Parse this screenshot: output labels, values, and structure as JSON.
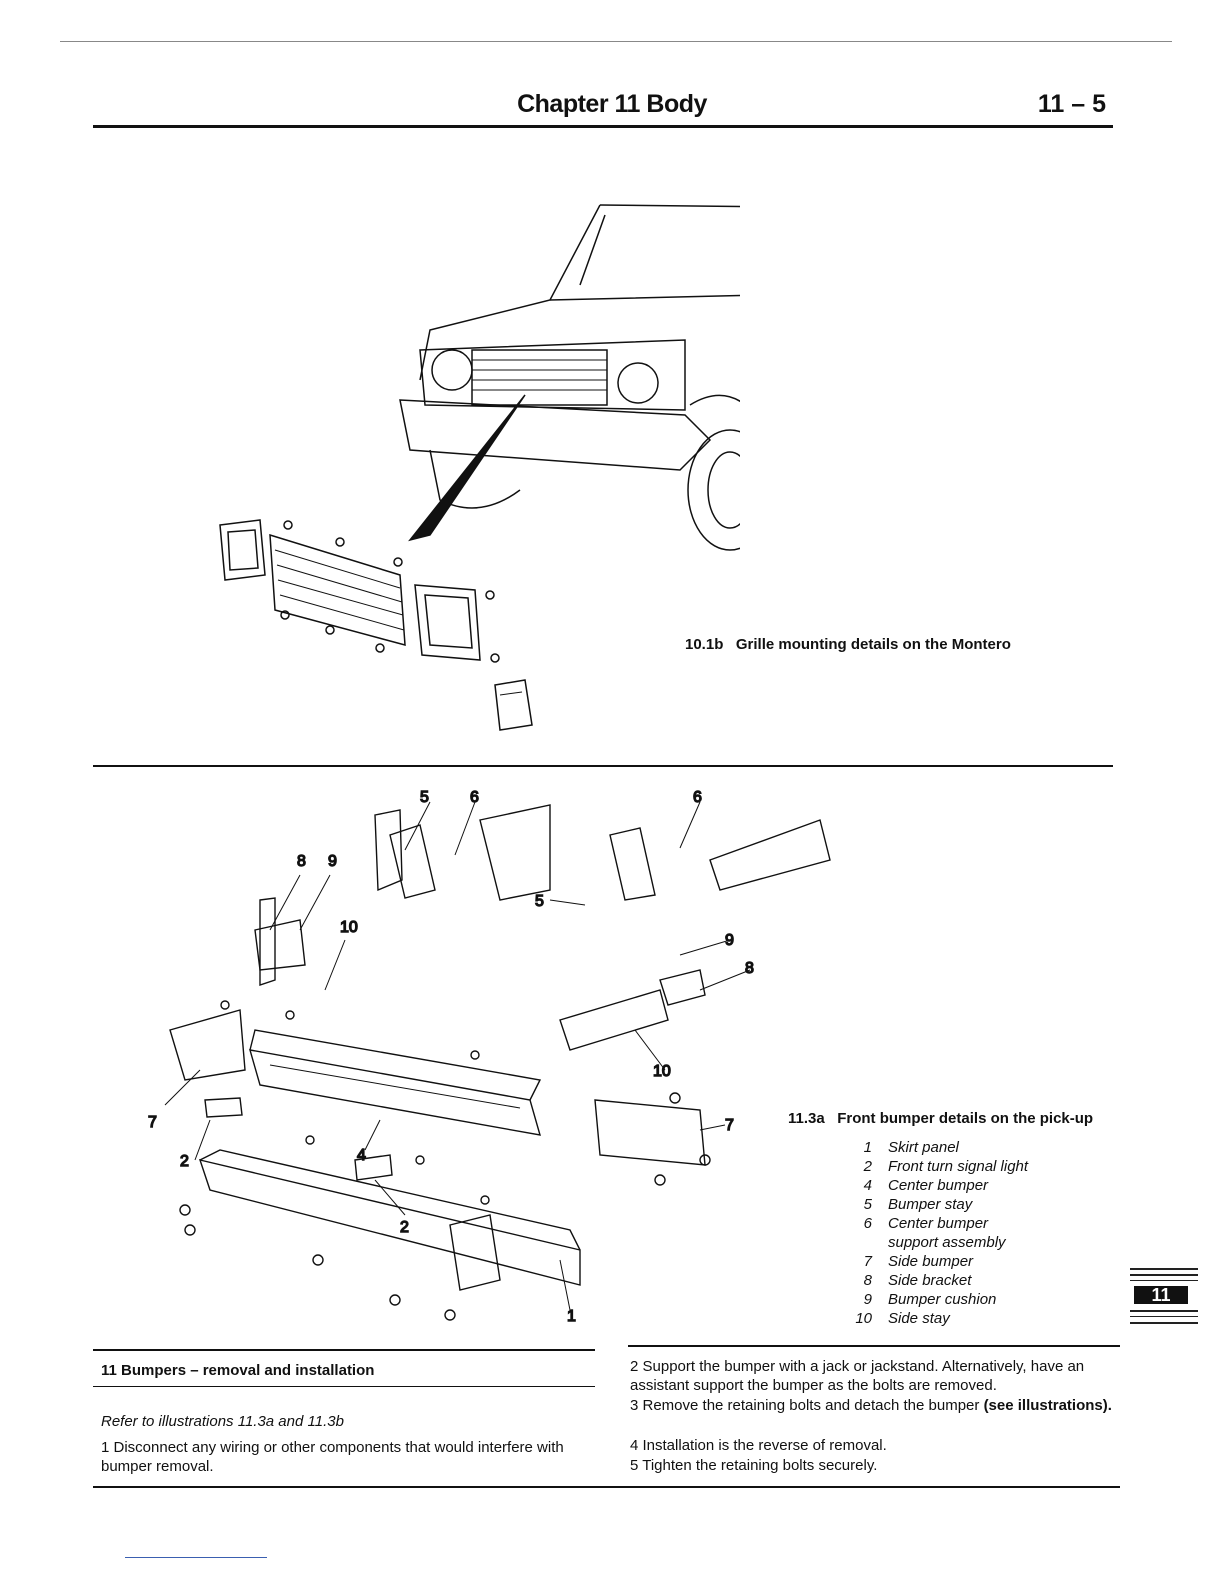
{
  "header": {
    "chapter_title": "Chapter 11   Body",
    "page_number": "11 – 5"
  },
  "figure_grille": {
    "caption_number": "10.1b",
    "caption_text": "Grille mounting details on the Montero"
  },
  "figure_bumper": {
    "caption_number": "11.3a",
    "caption_text": "Front bumper details on the pick-up",
    "callouts": [
      "5",
      "6",
      "6",
      "8",
      "9",
      "10",
      "5",
      "9",
      "8",
      "10",
      "7",
      "7",
      "2",
      "4",
      "2",
      "1"
    ],
    "legend": [
      {
        "num": "1",
        "label": "Skirt panel"
      },
      {
        "num": "2",
        "label": "Front turn signal light"
      },
      {
        "num": "4",
        "label": "Center bumper"
      },
      {
        "num": "5",
        "label": "Bumper stay"
      },
      {
        "num": "6",
        "label": "Center bumper"
      },
      {
        "num": "",
        "label": "support assembly"
      },
      {
        "num": "7",
        "label": "Side bumper"
      },
      {
        "num": "8",
        "label": "Side bracket"
      },
      {
        "num": "9",
        "label": "Bumper cushion"
      },
      {
        "num": "10",
        "label": "Side stay"
      }
    ]
  },
  "section": {
    "title": "11   Bumpers – removal and installation",
    "reference": "Refer to illustrations 11.3a and 11.3b",
    "step1": "1   Disconnect any wiring or other components that would interfere with bumper removal.",
    "step2": "2   Support the bumper with a jack or jackstand. Alternatively, have an assistant support the bumper as the bolts are removed.",
    "step3_pre": "3   Remove the retaining bolts and detach the bumper ",
    "step3_bold": "(see illustrations).",
    "step4": "4   Installation is the reverse of removal.",
    "step5": "5   Tighten the retaining bolts securely."
  },
  "thumb_tab": "11"
}
